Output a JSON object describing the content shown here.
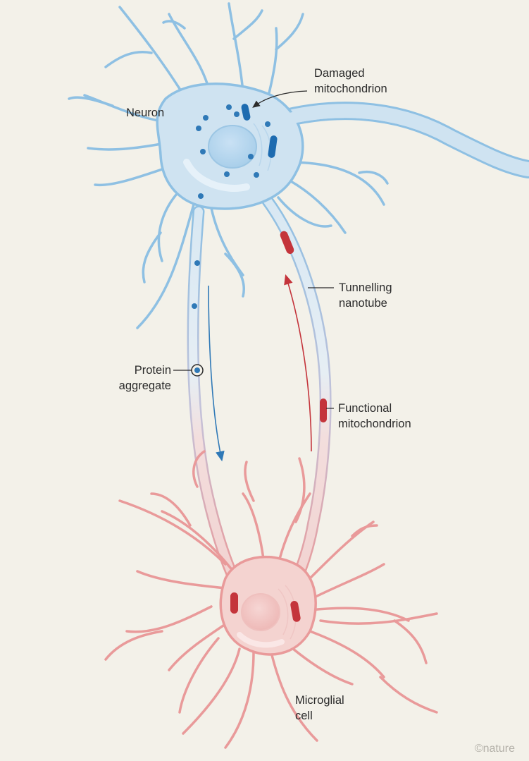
{
  "labels": {
    "neuron": "Neuron",
    "damaged_line1": "Damaged",
    "damaged_line2": "mitochondrion",
    "tunnelling_line1": "Tunnelling",
    "tunnelling_line2": "nanotube",
    "protein_line1": "Protein",
    "protein_line2": "aggregate",
    "functional_line1": "Functional",
    "functional_line2": "mitochondrion",
    "microglial_line1": "Microglial",
    "microglial_line2": "cell"
  },
  "credit": "©nature",
  "colors": {
    "background": "#f3f1e9",
    "neuron_fill": "#cfe3f1",
    "neuron_outline": "#8ec0e3",
    "microglia_fill": "#f4d3d0",
    "microglia_outline": "#e99a9a",
    "aggregate": "#2f79b7",
    "damaged_mito": "#1d6bb0",
    "functional_mito": "#c4343b",
    "blue_arrow": "#2f79b7",
    "red_arrow": "#c4343b",
    "text": "#2b2b2b"
  }
}
